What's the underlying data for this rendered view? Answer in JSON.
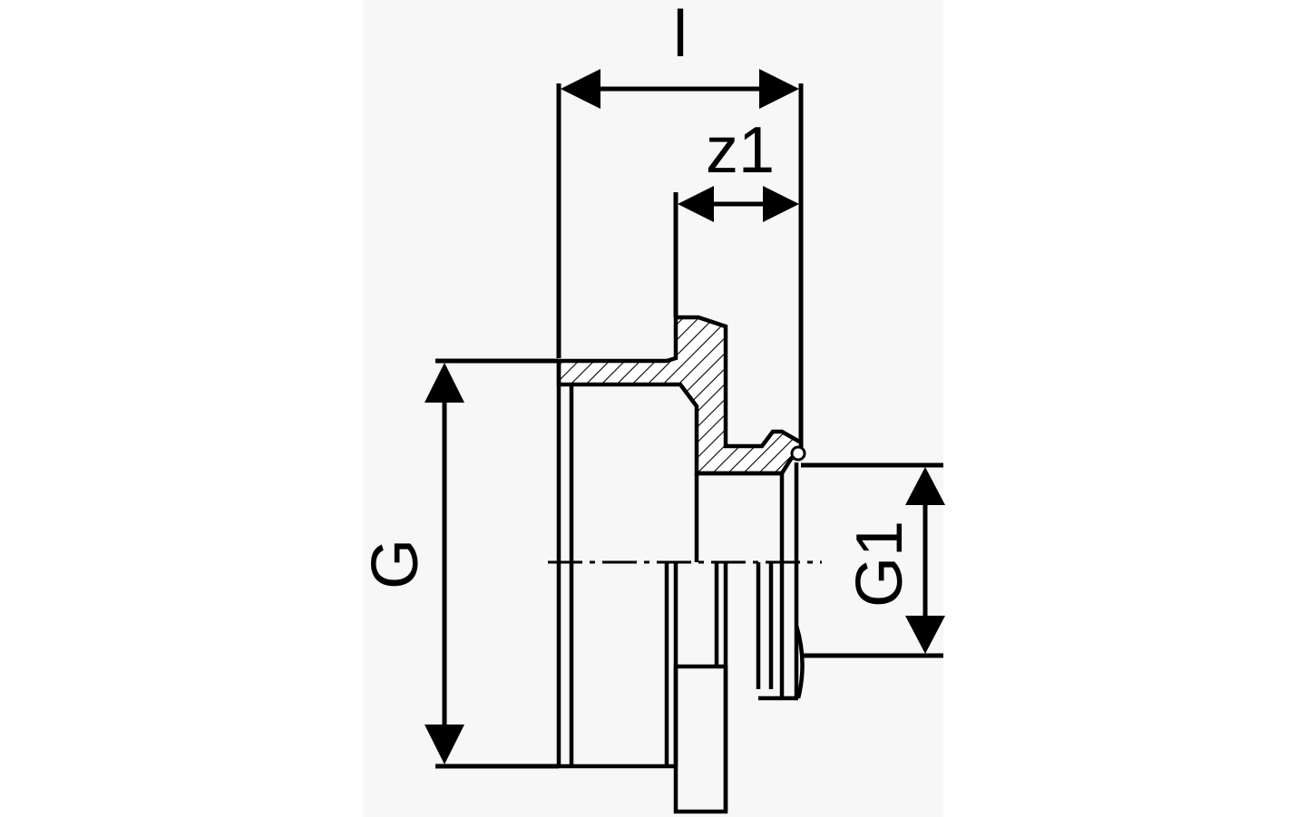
{
  "diagram": {
    "labels": {
      "l": "l",
      "z1": "z1",
      "g": "G",
      "g1": "G1"
    },
    "colors": {
      "line": "#000000",
      "background": "#ffffff",
      "drawing_background": "#f7f7f7"
    }
  }
}
